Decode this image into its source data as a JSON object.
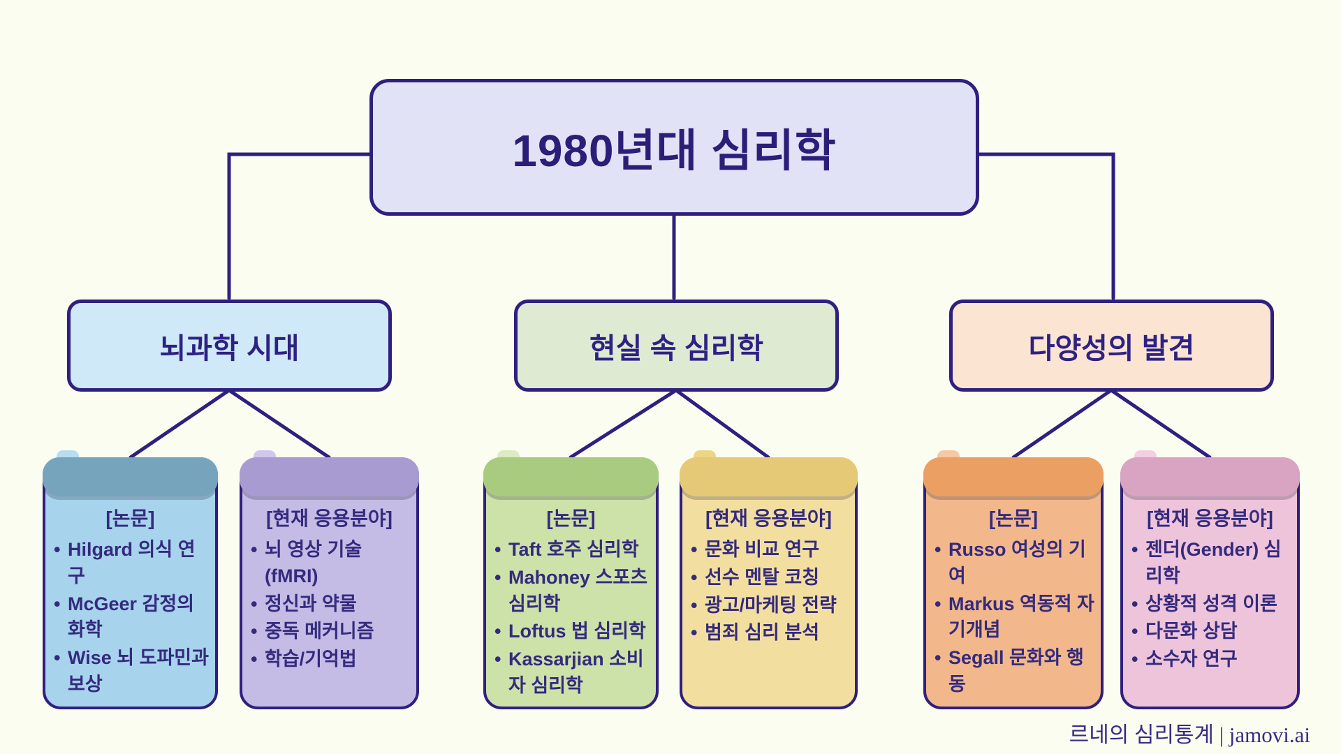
{
  "root": {
    "title": "1980년대 심리학"
  },
  "branches": [
    {
      "label": "뇌과학 시대",
      "fill": "#cfe9f8"
    },
    {
      "label": "현실 속 심리학",
      "fill": "#dfead2"
    },
    {
      "label": "다양성의 발견",
      "fill": "#fbe4d2"
    }
  ],
  "cards": [
    {
      "header": "[논문]",
      "items": [
        "Hilgard 의식 연구",
        "McGeer 감정의 화학",
        "Wise 뇌 도파민과 보상"
      ],
      "body_color": "#a7d3ed",
      "header_color": "#76a4bd"
    },
    {
      "header": "[현재 응용분야]",
      "items": [
        "뇌 영상 기술 (fMRI)",
        "정신과 약물",
        "중독 메커니즘",
        "학습/기억법"
      ],
      "body_color": "#c4bce5",
      "header_color": "#a89bd2"
    },
    {
      "header": "[논문]",
      "items": [
        "Taft 호주 심리학",
        "Mahoney 스포츠 심리학",
        "Loftus 법 심리학",
        "Kassarjian 소비자 심리학"
      ],
      "body_color": "#cde2a9",
      "header_color": "#a9cb80"
    },
    {
      "header": "[현재 응용분야]",
      "items": [
        "문화 비교 연구",
        "선수 멘탈 코칭",
        "광고/마케팅 전략",
        "범죄 심리 분석"
      ],
      "body_color": "#f2df9f",
      "header_color": "#e6c976"
    },
    {
      "header": "[논문]",
      "items": [
        "Russo 여성의 기여",
        "Markus 역동적 자기개념",
        "Segall 문화와 행동"
      ],
      "body_color": "#f2b88b",
      "header_color": "#ec9f63"
    },
    {
      "header": "[현재 응용분야]",
      "items": [
        "젠더(Gender) 심리학",
        "상황적 성격 이론",
        "다문화 상담",
        "소수자 연구"
      ],
      "body_color": "#eec4da",
      "header_color": "#d9a3c2"
    }
  ],
  "footer": {
    "credit": "르네의 심리통계 | jamovi.ai"
  },
  "palette": {
    "background": "#fbfdf0",
    "connector_line": "#2f1f7f",
    "text": "#342a7e",
    "root_fill": "#e2e2f6"
  }
}
